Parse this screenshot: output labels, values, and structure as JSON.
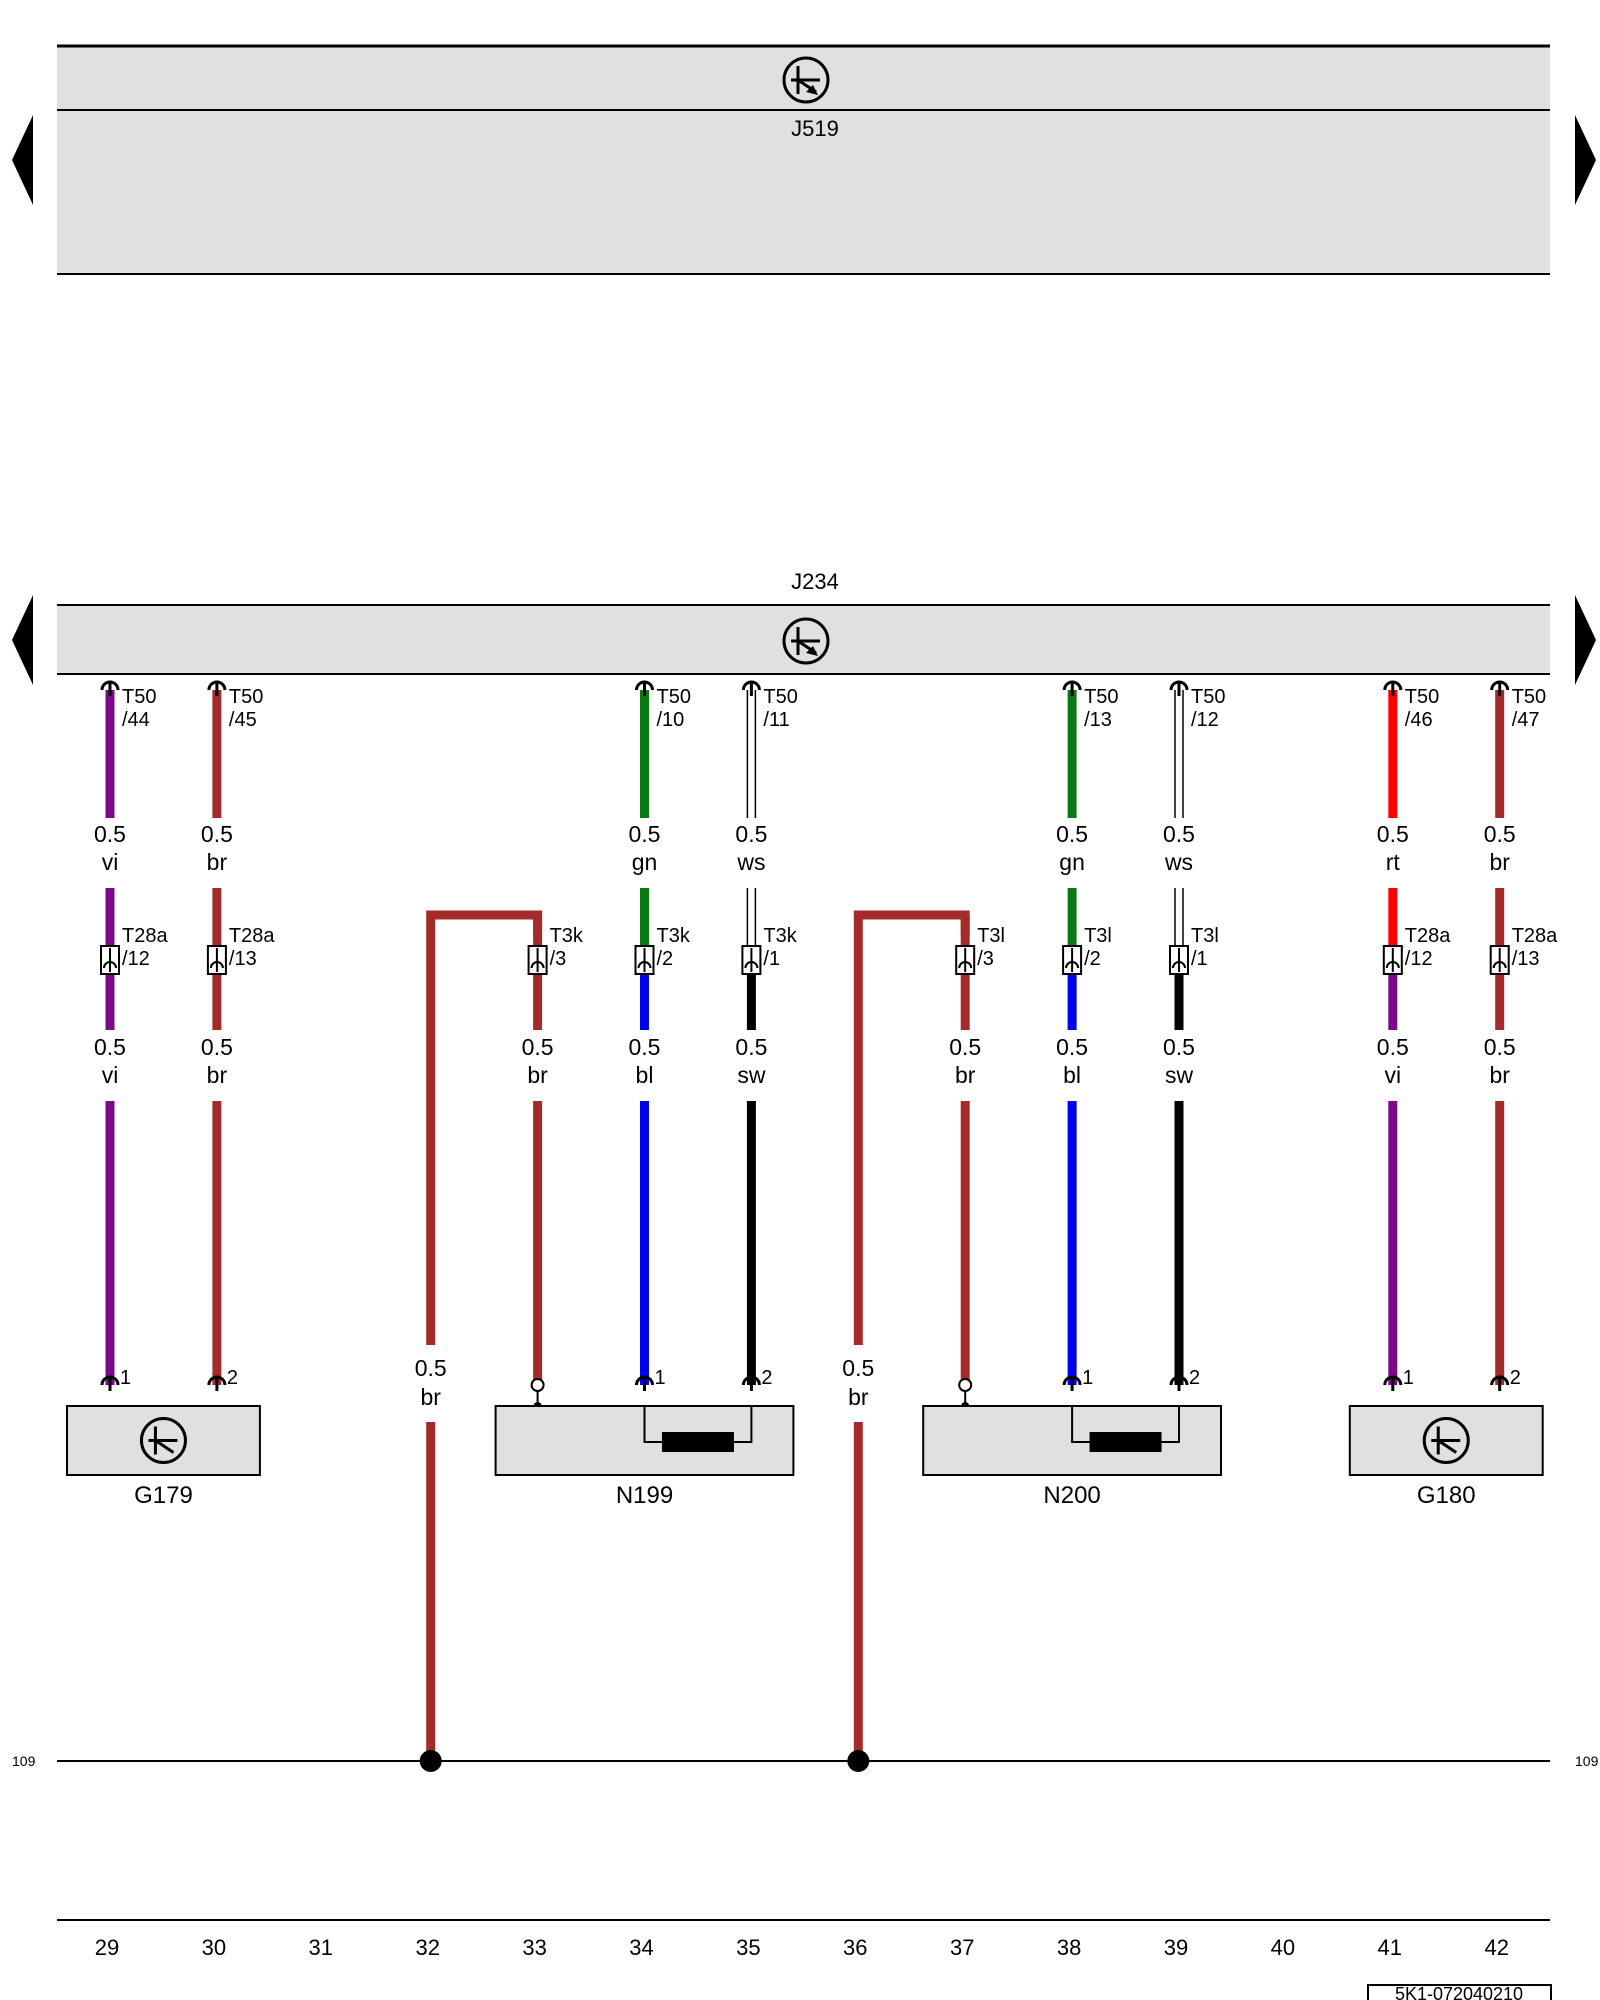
{
  "modules": {
    "top": {
      "name": "J519"
    },
    "bottom": {
      "name": "J234"
    }
  },
  "colors": {
    "vi": "#7a0a8a",
    "br": "#a52a2a",
    "gn": "#0a7a14",
    "ws": "#ffffff",
    "bl": "#0000ee",
    "sw": "#000000",
    "rt": "#ff0000",
    "module_fill": "#e0e0e0"
  },
  "wires": [
    {
      "col": 29,
      "conn_top": "T50",
      "pin_top": "/44",
      "upper": {
        "size": "0.5",
        "color": "vi"
      },
      "conn_mid": "T28a",
      "pin_mid": "/12",
      "lower": {
        "size": "0.5",
        "color": "vi"
      },
      "pin_bottom": "1"
    },
    {
      "col": 30,
      "conn_top": "T50",
      "pin_top": "/45",
      "upper": {
        "size": "0.5",
        "color": "br"
      },
      "conn_mid": "T28a",
      "pin_mid": "/13",
      "lower": {
        "size": "0.5",
        "color": "br"
      },
      "pin_bottom": "2"
    },
    {
      "col": 33,
      "conn_mid": "T3k",
      "pin_mid": "/3",
      "lower": {
        "size": "0.5",
        "color": "br"
      }
    },
    {
      "col": 34,
      "conn_top": "T50",
      "pin_top": "/10",
      "upper": {
        "size": "0.5",
        "color": "gn"
      },
      "conn_mid": "T3k",
      "pin_mid": "/2",
      "lower": {
        "size": "0.5",
        "color": "bl"
      },
      "pin_bottom": "1"
    },
    {
      "col": 35,
      "conn_top": "T50",
      "pin_top": "/11",
      "upper": {
        "size": "0.5",
        "color": "ws"
      },
      "conn_mid": "T3k",
      "pin_mid": "/1",
      "lower": {
        "size": "0.5",
        "color": "sw"
      },
      "pin_bottom": "2"
    },
    {
      "col": 37,
      "conn_mid": "T3l",
      "pin_mid": "/3",
      "lower": {
        "size": "0.5",
        "color": "br"
      }
    },
    {
      "col": 38,
      "conn_top": "T50",
      "pin_top": "/13",
      "upper": {
        "size": "0.5",
        "color": "gn"
      },
      "conn_mid": "T3l",
      "pin_mid": "/2",
      "lower": {
        "size": "0.5",
        "color": "bl"
      },
      "pin_bottom": "1"
    },
    {
      "col": 39,
      "conn_top": "T50",
      "pin_top": "/12",
      "upper": {
        "size": "0.5",
        "color": "ws"
      },
      "conn_mid": "T3l",
      "pin_mid": "/1",
      "lower": {
        "size": "0.5",
        "color": "sw"
      },
      "pin_bottom": "2"
    },
    {
      "col": 41,
      "conn_top": "T50",
      "pin_top": "/46",
      "upper": {
        "size": "0.5",
        "color": "rt"
      },
      "conn_mid": "T28a",
      "pin_mid": "/12",
      "lower": {
        "size": "0.5",
        "color": "vi"
      },
      "pin_bottom": "1"
    },
    {
      "col": 42,
      "conn_top": "T50",
      "pin_top": "/47",
      "upper": {
        "size": "0.5",
        "color": "br"
      },
      "conn_mid": "T28a",
      "pin_mid": "/13",
      "lower": {
        "size": "0.5",
        "color": "br"
      },
      "pin_bottom": "2"
    }
  ],
  "ground_wires": [
    {
      "col": 32,
      "to_col": 33,
      "size": "0.5",
      "color": "br"
    },
    {
      "col": 36,
      "to_col": 37,
      "size": "0.5",
      "color": "br"
    }
  ],
  "components": [
    {
      "name": "G179",
      "kind": "sensor",
      "cols": [
        29,
        30
      ]
    },
    {
      "name": "N199",
      "kind": "valve",
      "cols": [
        33,
        35
      ]
    },
    {
      "name": "N200",
      "kind": "valve",
      "cols": [
        37,
        39
      ]
    },
    {
      "name": "G180",
      "kind": "sensor",
      "cols": [
        41,
        42
      ]
    }
  ],
  "bus_ref": "109",
  "columns": [
    "29",
    "30",
    "31",
    "32",
    "33",
    "34",
    "35",
    "36",
    "37",
    "38",
    "39",
    "40",
    "41",
    "42"
  ],
  "doc_id": "5K1-072040210"
}
